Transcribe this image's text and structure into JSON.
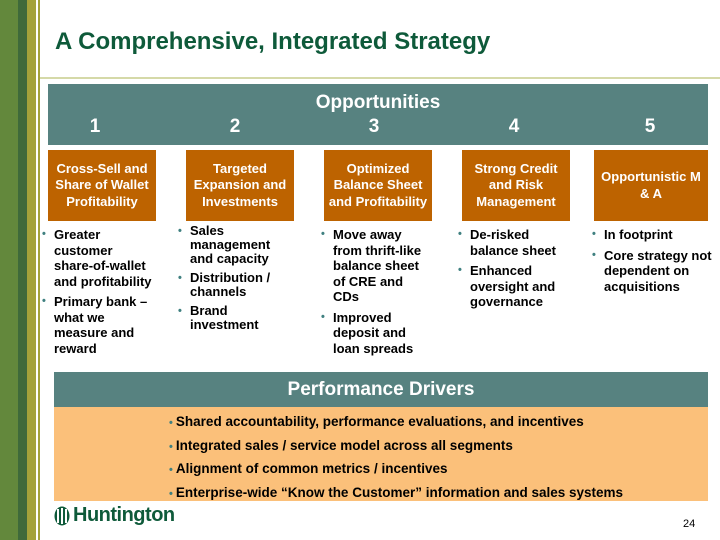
{
  "title": "A Comprehensive, Integrated Strategy",
  "opportunities": {
    "heading": "Opportunities",
    "items": [
      {
        "number": "1",
        "label": "Cross-Sell and Share of Wallet Profitability",
        "bullets": [
          "Greater customer share-of-wallet and profitability",
          "Primary bank – what we measure and reward"
        ]
      },
      {
        "number": "2",
        "label": "Targeted Expansion and Investments",
        "bullets": [
          "Sales management and capacity",
          "Distribution / channels",
          "Brand investment"
        ]
      },
      {
        "number": "3",
        "label": "Optimized Balance Sheet and Profitability",
        "bullets": [
          "Move away from thrift-like balance sheet of CRE and CDs",
          "Improved deposit and loan spreads"
        ]
      },
      {
        "number": "4",
        "label": "Strong Credit and Risk Management",
        "bullets": [
          "De-risked balance sheet",
          "Enhanced oversight and governance"
        ]
      },
      {
        "number": "5",
        "label": "Opportunistic M & A",
        "bullets": [
          "In footprint",
          "Core strategy not dependent on acquisitions"
        ]
      }
    ]
  },
  "performance": {
    "heading": "Performance Drivers",
    "bullets": [
      "Shared accountability, performance evaluations, and incentives",
      "Integrated sales / service model across all segments",
      "Alignment of common metrics / incentives",
      "Enterprise-wide “Know the Customer” information and sales systems"
    ]
  },
  "logo": "Huntington",
  "page_number": "24"
}
